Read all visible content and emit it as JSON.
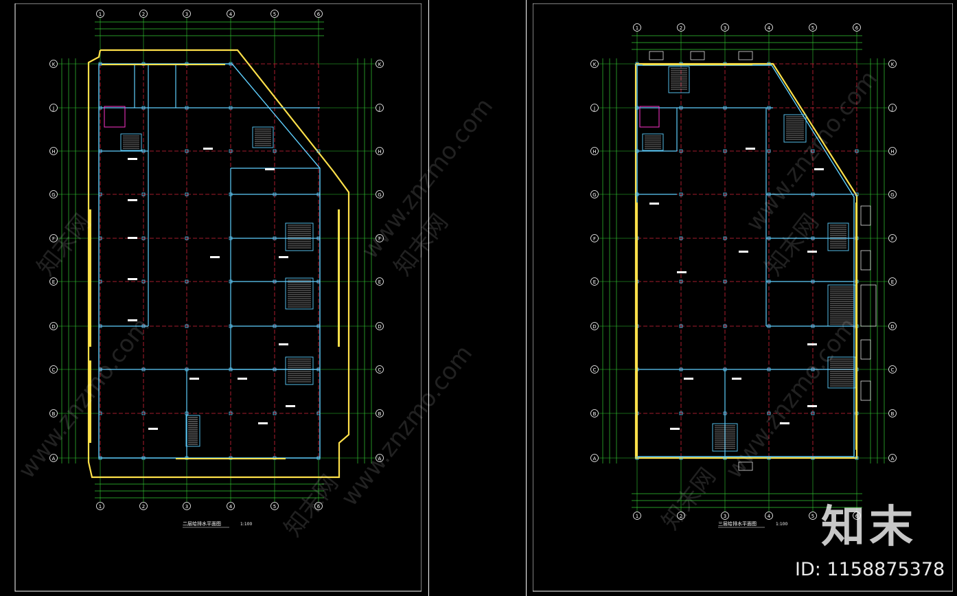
{
  "colors": {
    "background": "#000000",
    "frame": "#ffffff",
    "axis_grid": "#d8243a",
    "dimension": "#33cc33",
    "wall": "#5fd0ff",
    "yellow": "#ffe14a",
    "magenta": "#ff33cc",
    "white_text": "#ffffff"
  },
  "left_sheet": {
    "top_axis_labels": [
      "1",
      "2",
      "3",
      "4",
      "5",
      "6"
    ],
    "side_axis_labels": [
      "K",
      "J",
      "H",
      "G",
      "F",
      "E",
      "D",
      "C",
      "B",
      "A"
    ],
    "drawing_title": "二层给排水平面图",
    "scale": "1:100"
  },
  "right_sheet": {
    "top_axis_labels": [
      "1",
      "2",
      "3",
      "4",
      "5",
      "6"
    ],
    "side_axis_labels": [
      "K",
      "J",
      "H",
      "G",
      "F",
      "E",
      "D",
      "C",
      "B",
      "A"
    ],
    "drawing_title": "三层给排水平面图",
    "scale": "1:100"
  },
  "watermark": {
    "brand": "知末",
    "site": "www.znzmo.com",
    "site_cn": "知末网",
    "id_text": "ID: 1158875378"
  }
}
